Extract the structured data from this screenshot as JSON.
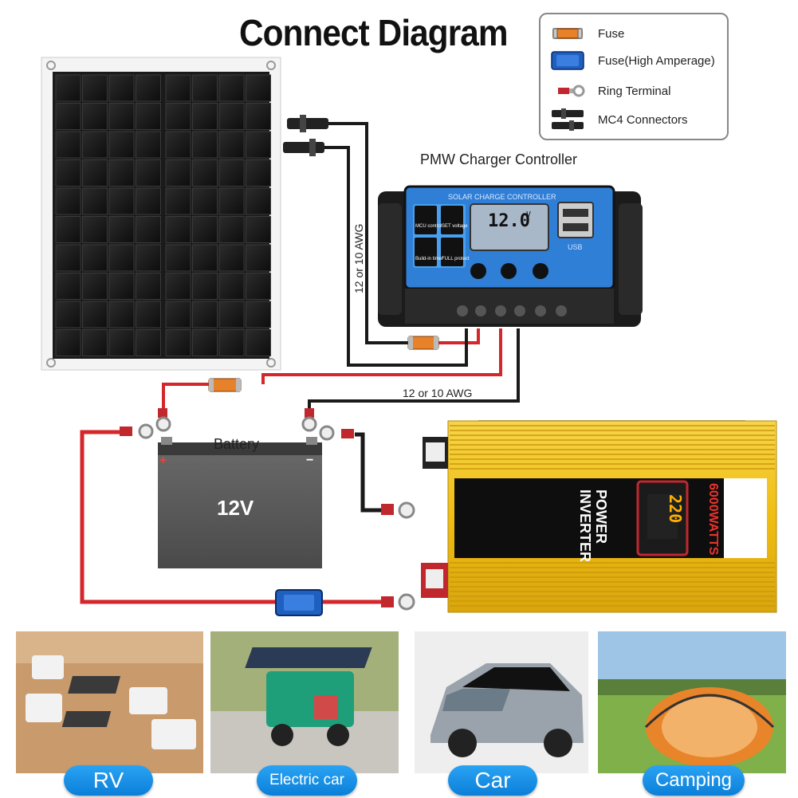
{
  "title": "Connect Diagram",
  "legend": {
    "items": [
      {
        "label": "Fuse",
        "icon": "fuse-icon",
        "color": "#e8822a"
      },
      {
        "label": "Fuse(High Amperage)",
        "icon": "high-amperage-fuse-icon",
        "color": "#1e5fbf"
      },
      {
        "label": "Ring Terminal",
        "icon": "ring-terminal-icon",
        "color": "#c0282e"
      },
      {
        "label": "MC4 Connectors",
        "icon": "mc4-connector-icon",
        "color": "#222222"
      }
    ]
  },
  "controller": {
    "label": "PMW Charger Controller",
    "panel_text": "SOLAR CHARGE CONTROLLER",
    "display_value": "12.0",
    "display_unit": "V",
    "buttons": [
      "MCU control",
      "SET voltage",
      "Build-in timer",
      "FULL protect"
    ],
    "usb_label": "USB"
  },
  "wires": {
    "awg_vertical": "12 or 10 AWG",
    "awg_horizontal": "12 or 10 AWG"
  },
  "battery": {
    "label": "Battery",
    "voltage": "12V",
    "plus": "+",
    "minus": "−"
  },
  "inverter": {
    "line1": "POWER",
    "line2": "INVERTER",
    "watts": "6000WATTS",
    "display": "220"
  },
  "applications": [
    {
      "label": "RV"
    },
    {
      "label": "Electric car"
    },
    {
      "label": "Car"
    },
    {
      "label": "Camping"
    }
  ],
  "colors": {
    "wire_red": "#d4262b",
    "wire_black": "#1a1a1a",
    "controller_blue": "#2f7fd6",
    "inverter_gold": "#f2c21b",
    "pill_blue": "#1a90e6"
  }
}
